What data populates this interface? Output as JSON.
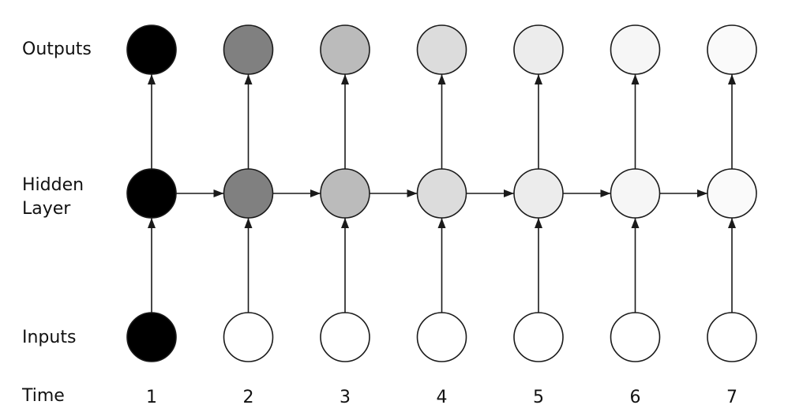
{
  "diagram": {
    "title": "unrolled-recurrent-network-sensitivity-over-time",
    "row_labels": {
      "outputs": "Outputs",
      "hidden_line1": "Hidden",
      "hidden_line2": "Layer",
      "inputs": "Inputs",
      "time": "Time"
    },
    "columns": [
      {
        "time": "1",
        "node_shade": "#000000",
        "input_fill": "#000000"
      },
      {
        "time": "2",
        "node_shade": "#808080",
        "input_fill": "#ffffff"
      },
      {
        "time": "3",
        "node_shade": "#bbbbbb",
        "input_fill": "#ffffff"
      },
      {
        "time": "4",
        "node_shade": "#dcdcdc",
        "input_fill": "#ffffff"
      },
      {
        "time": "5",
        "node_shade": "#ececec",
        "input_fill": "#ffffff"
      },
      {
        "time": "6",
        "node_shade": "#f6f6f6",
        "input_fill": "#ffffff"
      },
      {
        "time": "7",
        "node_shade": "#fafafa",
        "input_fill": "#ffffff"
      }
    ],
    "colors": {
      "stroke": "#1a1a1a",
      "background": "#ffffff",
      "text": "#111111"
    },
    "connections": {
      "input_to_hidden": true,
      "hidden_to_output": true,
      "hidden_to_next_hidden": true
    }
  }
}
